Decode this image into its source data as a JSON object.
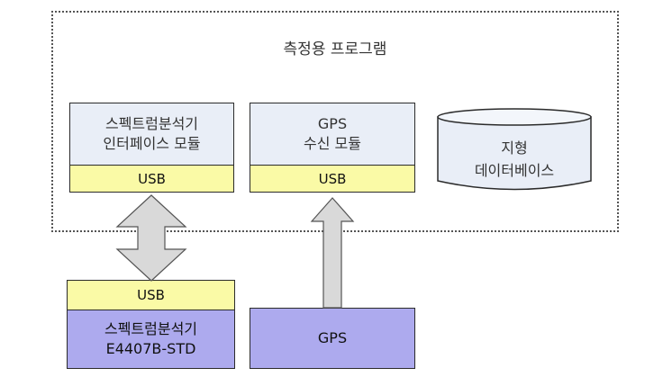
{
  "program": {
    "title": "측정용 프로그램"
  },
  "analyzer_interface_module": {
    "line1": "스펙트럼분석기",
    "line2": "인터페이스 모듈",
    "usb_label": "USB"
  },
  "gps_receiver_module": {
    "line1": "GPS",
    "line2": "수신 모듈",
    "usb_label": "USB"
  },
  "terrain_database": {
    "line1": "지형",
    "line2": "데이터베이스"
  },
  "analyzer_device": {
    "usb_label": "USB",
    "line1": "스펙트럼분석기",
    "line2": "E4407B-STD"
  },
  "gps_device": {
    "label": "GPS"
  },
  "colors": {
    "module_fill": "#e9eef7",
    "usb_fill": "#fafaa6",
    "device_fill": "#adaaee",
    "arrow_fill": "#d9d9d9",
    "database_fill": "#e9eef7"
  }
}
